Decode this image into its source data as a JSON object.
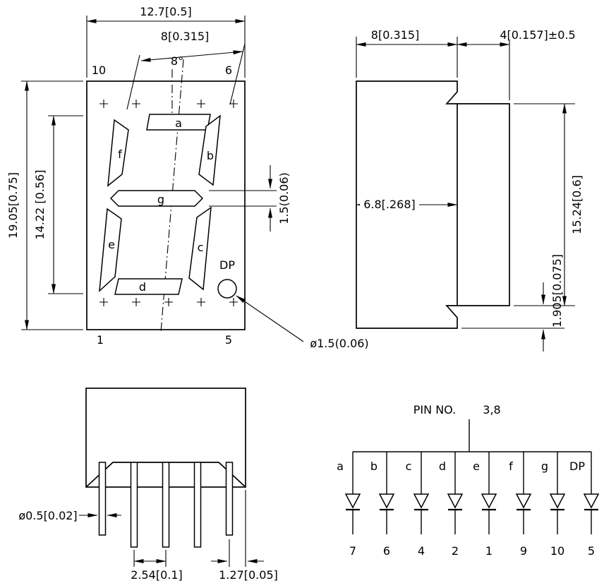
{
  "drawing": {
    "colors": {
      "line": "#000000",
      "background": "#ffffff"
    },
    "front_view": {
      "dim_overall_width": "12.7[0.5]",
      "dim_digit_width": "8[0.315]",
      "slant_angle": "8°",
      "dim_overall_height": "19.05[0.75]",
      "dim_digit_height": "14.22 [0.56]",
      "dim_seg_thickness": "1.5(0.06)",
      "dim_dp_diameter": "ø1.5(0.06)",
      "dp_label": "DP",
      "pins": {
        "top_left": "10",
        "top_right": "6",
        "bottom_left": "1",
        "bottom_right": "5"
      },
      "segments": {
        "a": "a",
        "b": "b",
        "c": "c",
        "d": "d",
        "e": "e",
        "f": "f",
        "g": "g"
      }
    },
    "side_view": {
      "dim_body_depth": "8[0.315]",
      "dim_face_depth": "4[0.157]±0.5",
      "dim_inner_depth": "6.8[.268]",
      "dim_face_height": "15.24[0.6]",
      "dim_base_offset": "1.905[0.075]"
    },
    "bottom_view": {
      "dim_pin_diameter": "ø0.5[0.02]",
      "dim_pin_pitch": "2.54[0.1]",
      "dim_pin_edge": "1.27[0.05]"
    },
    "circuit": {
      "pin_no_label": "PIN NO.",
      "common_pins": "3,8",
      "diodes": [
        {
          "segment": "a",
          "pin": "7"
        },
        {
          "segment": "b",
          "pin": "6"
        },
        {
          "segment": "c",
          "pin": "4"
        },
        {
          "segment": "d",
          "pin": "2"
        },
        {
          "segment": "e",
          "pin": "1"
        },
        {
          "segment": "f",
          "pin": "9"
        },
        {
          "segment": "g",
          "pin": "10"
        },
        {
          "segment": "DP",
          "pin": "5"
        }
      ]
    }
  }
}
